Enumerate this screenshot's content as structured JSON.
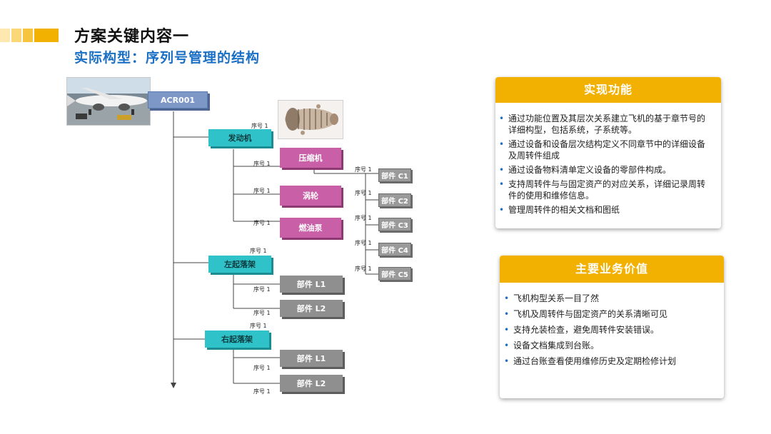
{
  "header": {
    "title": "方案关键内容一",
    "subtitle": "实际构型：序列号管理的结构"
  },
  "colors": {
    "accent": "#f2b000",
    "subtitle": "#1a6fc4",
    "root_node": "#7d97c7",
    "cyan_node": "#2fc3c9",
    "pink_node": "#c95fa7",
    "gray_node": "#8f8f8f"
  },
  "tree": {
    "root": "ACR001",
    "engine": {
      "label": "发动机",
      "seq": "序号 1",
      "children": [
        {
          "label": "压缩机",
          "seq": "序号 1"
        },
        {
          "label": "涡轮",
          "seq": "序号 1"
        },
        {
          "label": "燃油泵",
          "seq": "序号 1"
        }
      ],
      "parts": [
        {
          "label": "部件 C1",
          "seq": "序号 1"
        },
        {
          "label": "部件 C2",
          "seq": "序号 1"
        },
        {
          "label": "部件 C3",
          "seq": "序号 1"
        },
        {
          "label": "部件 C4",
          "seq": "序号 1"
        },
        {
          "label": "部件 C5",
          "seq": "序号 1"
        }
      ]
    },
    "left_gear": {
      "label": "左起落架",
      "seq": "序号 1",
      "children": [
        {
          "label": "部件 L1",
          "seq": "序号 1"
        },
        {
          "label": "部件 L2",
          "seq": "序号 1"
        }
      ]
    },
    "right_gear": {
      "label": "右起落架",
      "seq": "序号 1",
      "children": [
        {
          "label": "部件 L1",
          "seq": "序号 1"
        },
        {
          "label": "部件 L2",
          "seq": "序号 1"
        }
      ]
    }
  },
  "functions": {
    "title": "实现功能",
    "items": [
      "通过功能位置及其层次关系建立飞机的基于章节号的详细构型，包括系统，子系统等。",
      "通过设备和设备层次结构定义不同章节中的详细设备及周转件组成",
      "通过设备物料清单定义设备的零部件构成。",
      "支持周转件与与固定资产的对应关系，详细记录周转件的使用和维修信息。",
      "管理周转件的相关文档和图纸"
    ]
  },
  "value": {
    "title": "主要业务价值",
    "items": [
      "飞机构型关系一目了然",
      "飞机及周转件与固定资产的关系清晰可见",
      "支持允装检查，避免周转件安装错误。",
      "设备文档集成到台账。",
      "通过台账查看使用维修历史及定期检修计划"
    ]
  }
}
